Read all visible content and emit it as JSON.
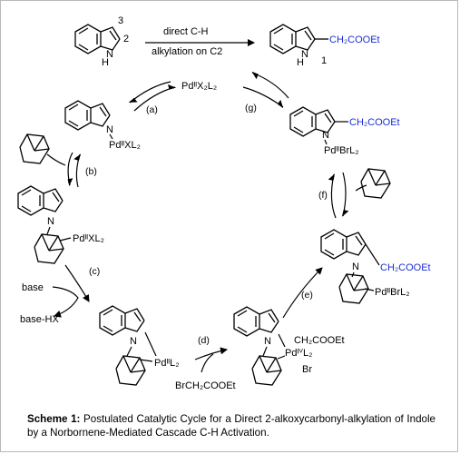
{
  "top_reaction": {
    "indole_positions": [
      "3",
      "2"
    ],
    "indole_nh": "N\nH",
    "reagent_line1": "direct C-H",
    "reagent_line2": "alkylation on C2",
    "product_group": "CH₂COOEt",
    "product_nh": "N\nH",
    "product_number": "1"
  },
  "cycle": {
    "catalyst": "PdᴵᴵX₂L₂",
    "step_a": "(a)",
    "step_b": "(b)",
    "step_c": "(c)",
    "step_d": "(d)",
    "step_e": "(e)",
    "step_f": "(f)",
    "step_g": "(g)",
    "int1_pd": "PdᴵᴵXL₂",
    "int1_n": "N",
    "int2_pd": "PdᴵᴵXL₂",
    "int2_n": "N",
    "base": "base",
    "base_hx": "base-HX",
    "int3_pd": "PdᴵᴵL₂",
    "int3_n": "N",
    "alkyl_halide": "BrCH₂COOEt",
    "int4_group": "CH₂COOEt",
    "int4_pd": "PdᴵⱽL₂",
    "int4_br": "Br",
    "int4_n": "N",
    "int5_group": "CH₂COOEt",
    "int5_pd": "PdᴵᴵBrL₂",
    "int5_n": "N",
    "int6_group": "CH₂COOEt",
    "int6_pd": "PdᴵᴵBrL₂",
    "int6_n": "N"
  },
  "caption": {
    "label": "Scheme 1:",
    "text": " Postulated Catalytic Cycle for a Direct 2-alkoxycarbonyl-alkylation of Indole by a Norbornene-Mediated Cascade C-H Activation."
  }
}
